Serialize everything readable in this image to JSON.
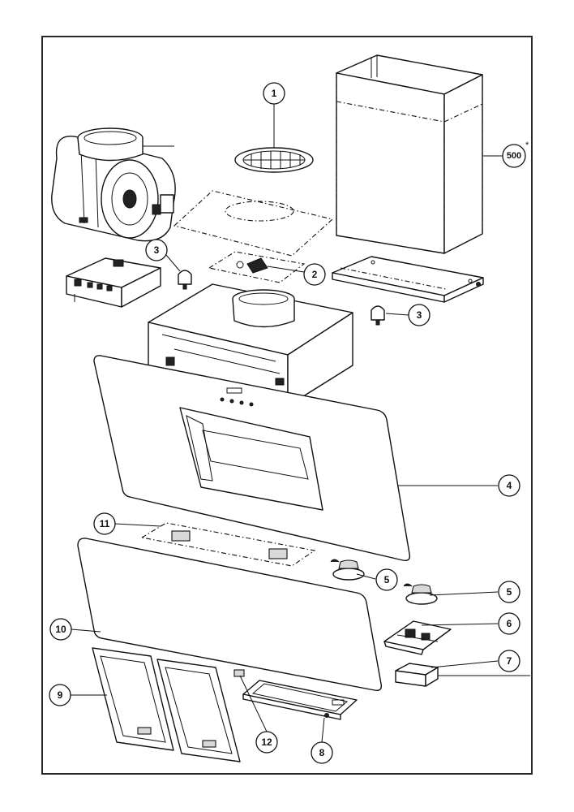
{
  "callouts": [
    {
      "id": "c1",
      "label": "1"
    },
    {
      "id": "c2",
      "label": "2"
    },
    {
      "id": "c3a",
      "label": "3"
    },
    {
      "id": "c3b",
      "label": "3"
    },
    {
      "id": "c4",
      "label": "4"
    },
    {
      "id": "c5a",
      "label": "5"
    },
    {
      "id": "c5b",
      "label": "5"
    },
    {
      "id": "c6",
      "label": "6"
    },
    {
      "id": "c7",
      "label": "7"
    },
    {
      "id": "c8",
      "label": "8"
    },
    {
      "id": "c9",
      "label": "9"
    },
    {
      "id": "c10",
      "label": "10"
    },
    {
      "id": "c11",
      "label": "11"
    },
    {
      "id": "c12",
      "label": "12"
    },
    {
      "id": "c500",
      "label": "500"
    }
  ],
  "notes": {
    "asterisk": "*"
  }
}
